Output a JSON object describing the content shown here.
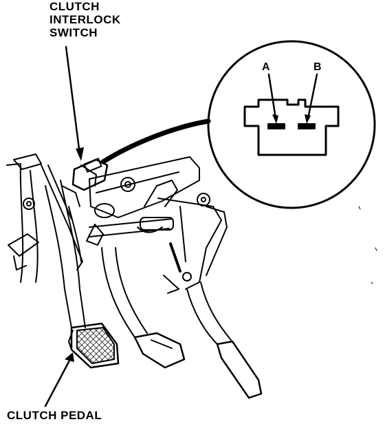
{
  "labels": {
    "switch_line1": "CLUTCH",
    "switch_line2": "INTERLOCK",
    "switch_line3": "SWITCH",
    "pedal": "CLUTCH PEDAL",
    "terminal_a": "A",
    "terminal_b": "B"
  },
  "colors": {
    "ink": "#000000",
    "paper": "#ffffff"
  }
}
